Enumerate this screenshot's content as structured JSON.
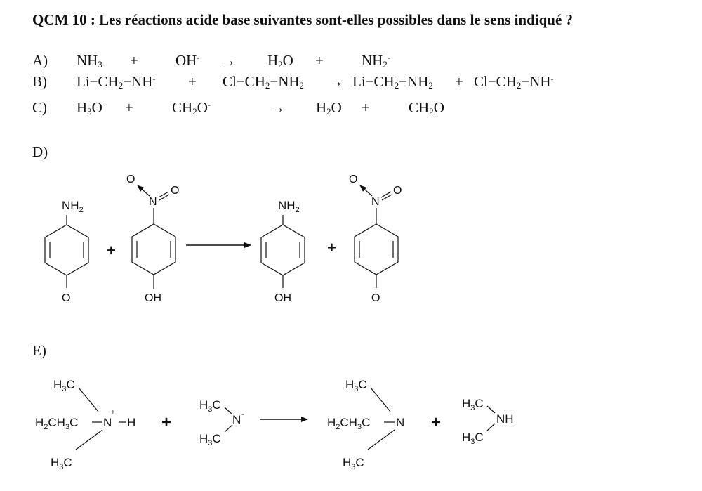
{
  "title": "QCM 10 : Les réactions acide base suivantes sont-elles possibles dans le sens indiqué ?",
  "labels": {
    "a": "A)",
    "b": "B)",
    "c": "C)",
    "d": "D)",
    "e": "E)"
  },
  "symbols": {
    "plus": "+",
    "arrow": "→",
    "minus": "-",
    "plus_charge": "+",
    "sub2": "2",
    "sub3": "3"
  },
  "reaction_a": {
    "r1": "NH",
    "r2": "OH",
    "p1": "H",
    "p1b": "O",
    "p2": "NH"
  },
  "reaction_b": {
    "r1": "Li−CH",
    "r1b": "−NH",
    "r2": "Cl−CH",
    "r2b": "−NH",
    "p1": "Li−CH",
    "p1b": "−NH",
    "p2": "Cl−CH",
    "p2b": "−NH"
  },
  "reaction_c": {
    "r1": "H",
    "r1b": "O",
    "r2": "CH",
    "r2b": "O",
    "p1": "H",
    "p1b": "O",
    "p2": "CH",
    "p2b": "O"
  },
  "mol_d": {
    "nh2": "NH",
    "n": "N",
    "o": "O",
    "oh": "OH"
  },
  "mol_e": {
    "h": "H",
    "c": "C",
    "n": "N",
    "nh": "NH",
    "h2ch3c": "H",
    "ch": "CH"
  }
}
